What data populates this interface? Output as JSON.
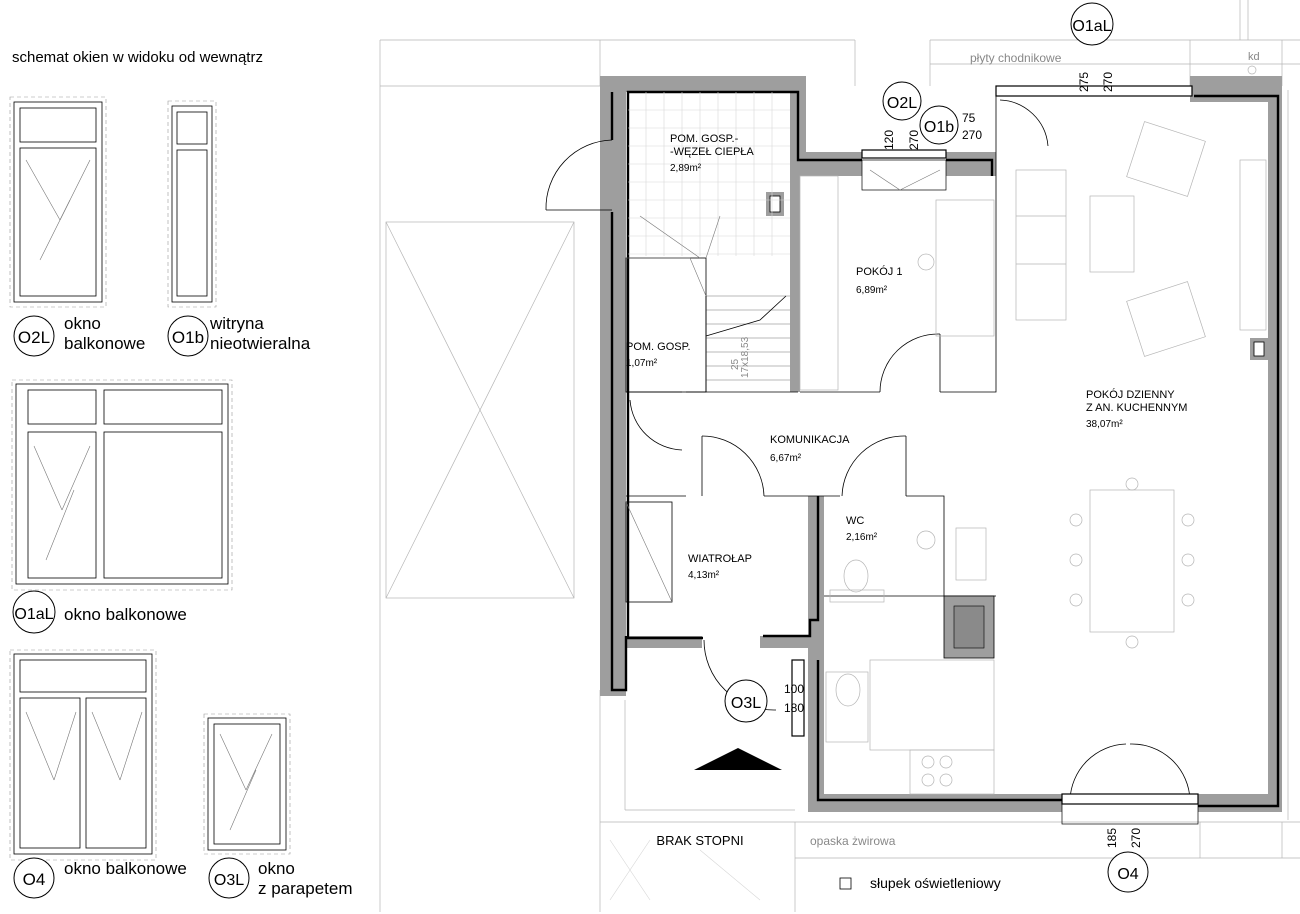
{
  "legend": {
    "title": "schemat okien w widoku od wewnątrz",
    "items": [
      {
        "code": "O2L",
        "desc1": "okno",
        "desc2": "balkonowe"
      },
      {
        "code": "O1b",
        "desc1": "witryna",
        "desc2": "nieotwieralna"
      },
      {
        "code": "O1aL",
        "desc1": "okno balkonowe",
        "desc2": ""
      },
      {
        "code": "O4",
        "desc1": "okno balkonowe",
        "desc2": ""
      },
      {
        "code": "O3L",
        "desc1": "okno",
        "desc2": "z parapetem"
      }
    ]
  },
  "rooms": [
    {
      "name": "POM. GOSP.-",
      "name2": "-WĘZEŁ CIEPŁA",
      "area": "2,89m²"
    },
    {
      "name": "POKÓJ 1",
      "name2": "",
      "area": "6,89m²"
    },
    {
      "name": "POM. GOSP.",
      "name2": "",
      "area": "1,07m²"
    },
    {
      "name": "KOMUNIKACJA",
      "name2": "",
      "area": "6,67m²"
    },
    {
      "name": "WC",
      "name2": "",
      "area": "2,16m²"
    },
    {
      "name": "WIATROŁAP",
      "name2": "",
      "area": "4,13m²"
    },
    {
      "name": "POKÓJ DZIENNY",
      "name2": "Z AN. KUCHENNYM",
      "area": "38,07m²"
    }
  ],
  "window_tags": {
    "o1al": "O1aL",
    "o2l": "O2L",
    "o1b": "O1b",
    "o3l": "O3L",
    "o4": "O4"
  },
  "dimensions": {
    "o1al_a": "275",
    "o1al_b": "270",
    "o2l_a": "120",
    "o2l_b": "270",
    "o1b_a": "75",
    "o1b_b": "270",
    "o3l_a": "100",
    "o3l_b": "180",
    "o4_a": "185",
    "o4_b": "270",
    "stairs": "17x18,53",
    "stairs2": "25"
  },
  "site_labels": {
    "paving": "płyty chodnikowe",
    "gravel": "opaska żwirowa",
    "lamp": "słupek oświetleniowy",
    "no_steps": "BRAK STOPNI",
    "kd": "kd"
  }
}
